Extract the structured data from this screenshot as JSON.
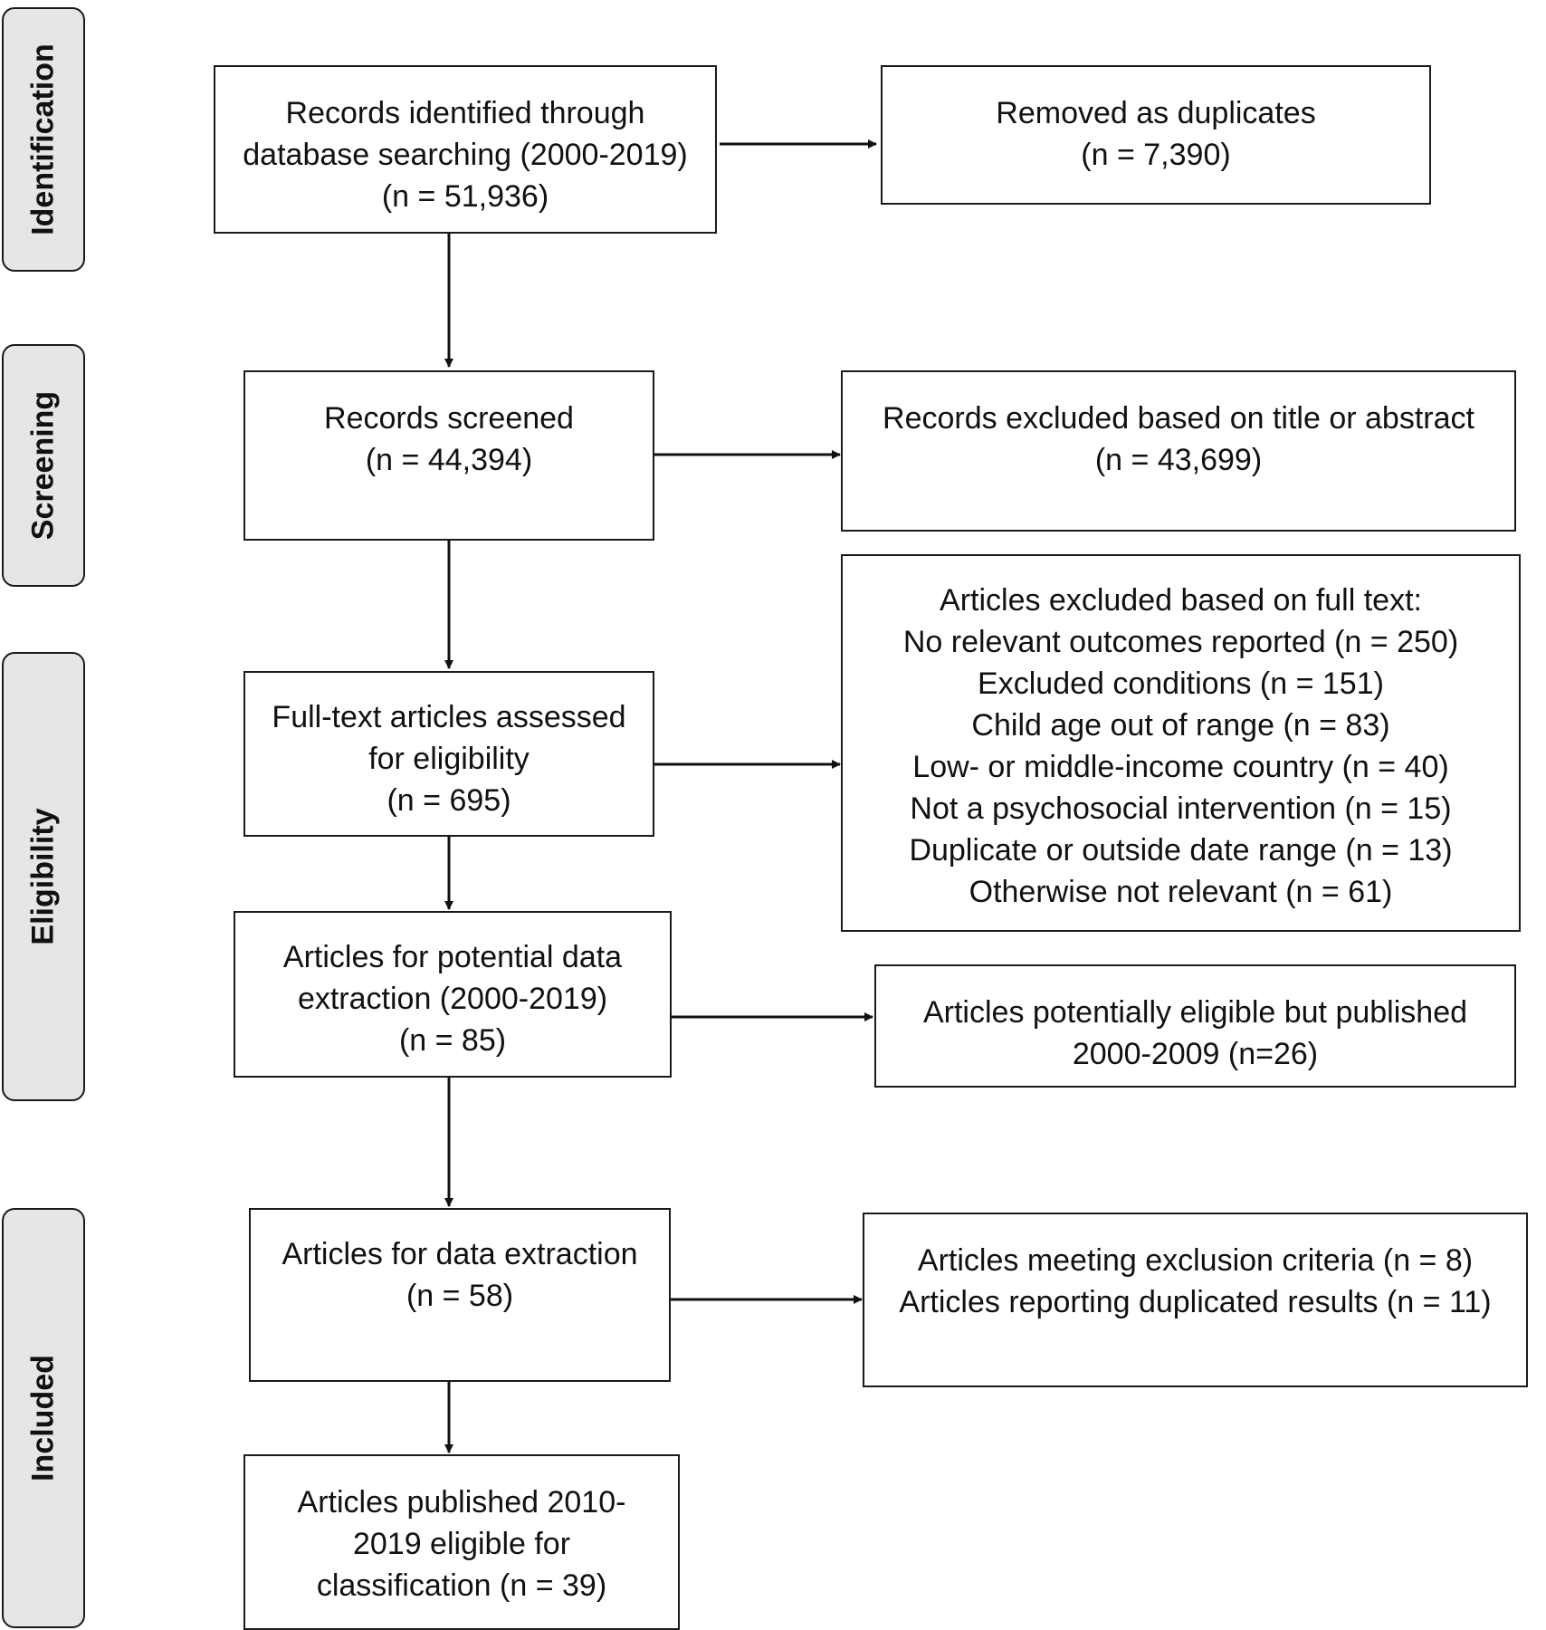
{
  "stages": {
    "identification": "Identification",
    "screening": "Screening",
    "eligibility": "Eligibility",
    "included": "Included"
  },
  "boxes": {
    "records_identified": [
      "Records identified through",
      "database searching (2000-2019)",
      "(n = 51,936)"
    ],
    "removed_duplicates": [
      "Removed as duplicates",
      "(n = 7,390)"
    ],
    "records_screened": [
      "Records screened",
      "(n = 44,394)"
    ],
    "records_excluded": [
      "Records excluded based on title or abstract",
      "(n = 43,699)"
    ],
    "fulltext_assessed": [
      "Full-text articles assessed",
      "for eligibility",
      "(n =  695)"
    ],
    "fulltext_excluded": [
      "Articles excluded based on full text:",
      "No relevant outcomes reported (n = 250)",
      "Excluded conditions (n = 151)",
      "Child age out of range (n = 83)",
      "Low- or middle-income country (n = 40)",
      "Not a psychosocial intervention (n = 15)",
      "Duplicate or outside date range (n = 13)",
      "Otherwise not relevant (n = 61)"
    ],
    "potential_extraction": [
      "Articles for potential data",
      "extraction (2000-2019)",
      "(n = 85)"
    ],
    "published_2000_2009": [
      "Articles potentially eligible but published",
      "2000-2009 (n=26)"
    ],
    "data_extraction": [
      "Articles for data extraction",
      "(n = 58)"
    ],
    "exclusion_criteria": [
      "Articles meeting exclusion criteria (n = 8)",
      "Articles reporting duplicated results (n = 11)"
    ],
    "eligible_classification": [
      "Articles published 2010-",
      "2019 eligible for",
      "classification (n = 39)"
    ]
  }
}
